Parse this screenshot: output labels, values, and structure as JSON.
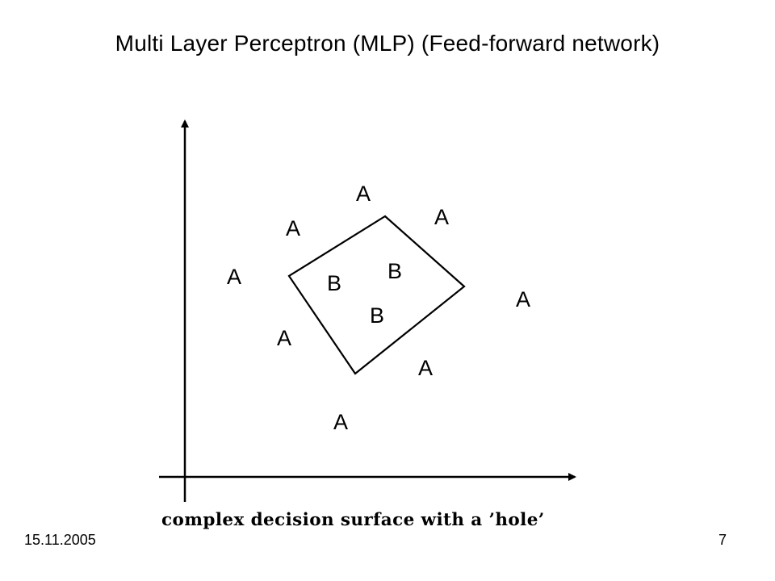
{
  "slide": {
    "title": "Multi Layer Perceptron (MLP) (Feed-forward network)",
    "date": "15.11.2005",
    "page_number": "7"
  },
  "diagram": {
    "caption": "complex decision surface with a ’hole’",
    "class_labels": [
      "A",
      "A",
      "A",
      "A",
      "A",
      "A",
      "A",
      "A",
      "B",
      "B",
      "B"
    ]
  }
}
